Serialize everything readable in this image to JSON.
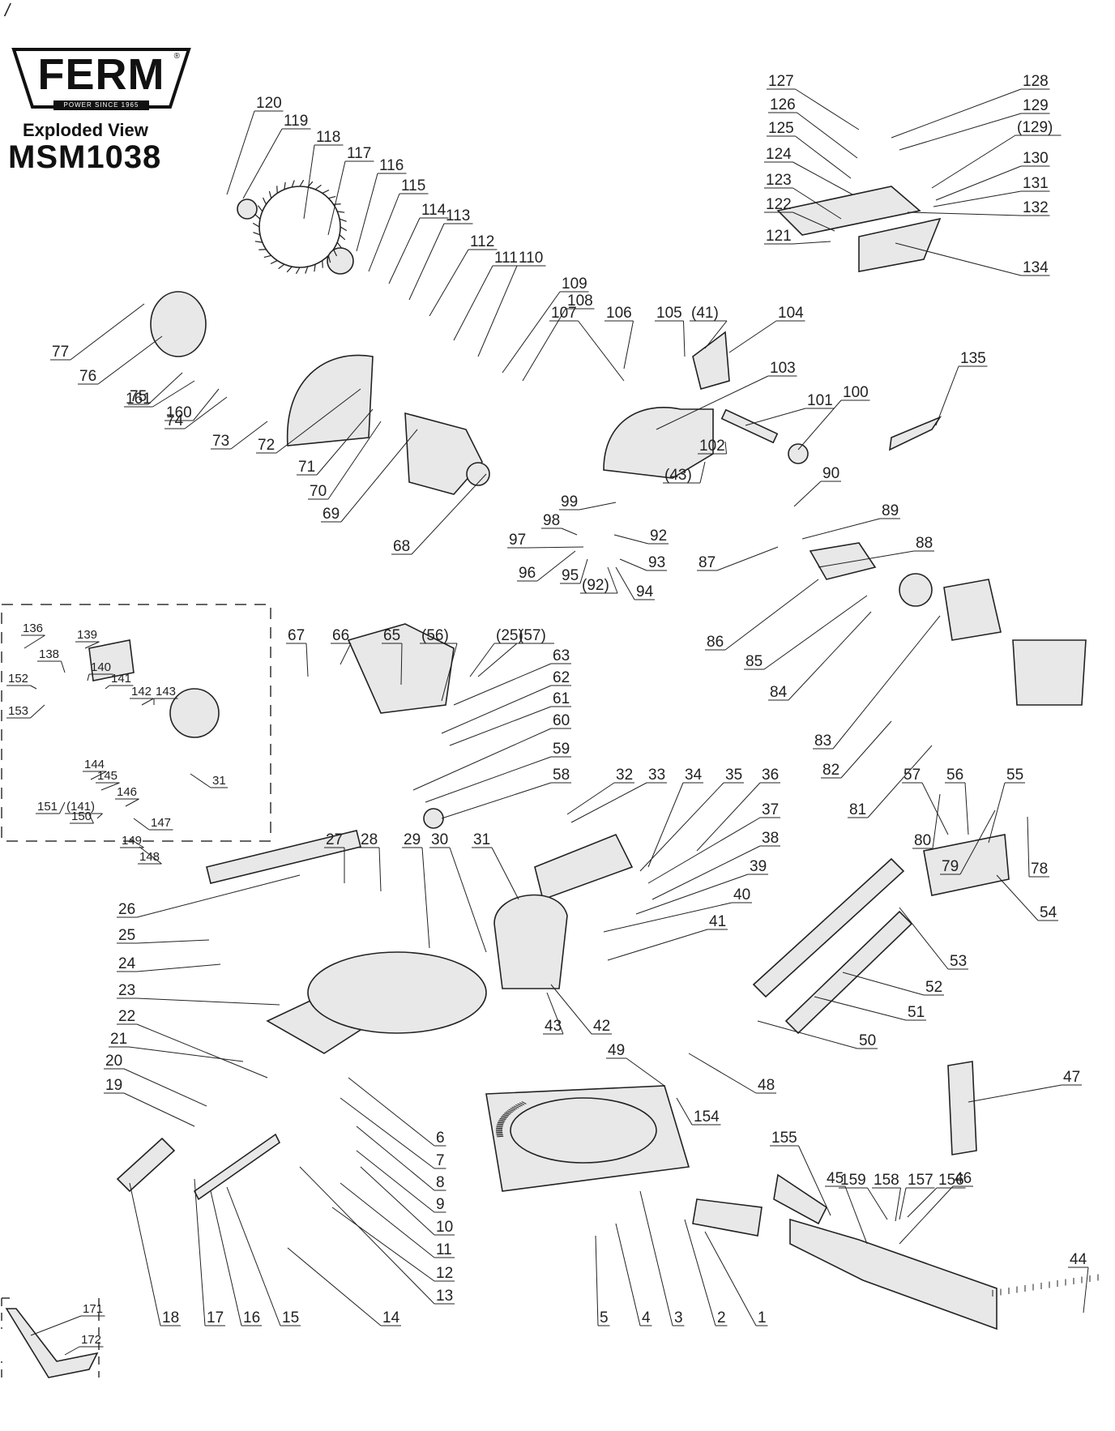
{
  "brand": {
    "logo_text": "FERM",
    "tagline": "POWER SINCE 1965",
    "registered_mark": "®",
    "subtitle": "Exploded View",
    "model": "MSM1038"
  },
  "top_left_mark": "/",
  "callouts": [
    {
      "label": "1"
    },
    {
      "label": "2"
    },
    {
      "label": "3"
    },
    {
      "label": "4"
    },
    {
      "label": "5"
    },
    {
      "label": "6"
    },
    {
      "label": "7"
    },
    {
      "label": "8"
    },
    {
      "label": "9"
    },
    {
      "label": "10"
    },
    {
      "label": "11"
    },
    {
      "label": "12"
    },
    {
      "label": "13"
    },
    {
      "label": "14"
    },
    {
      "label": "15"
    },
    {
      "label": "16"
    },
    {
      "label": "17"
    },
    {
      "label": "18"
    },
    {
      "label": "19"
    },
    {
      "label": "20"
    },
    {
      "label": "21"
    },
    {
      "label": "22"
    },
    {
      "label": "23"
    },
    {
      "label": "24"
    },
    {
      "label": "25"
    },
    {
      "label": "26"
    },
    {
      "label": "27"
    },
    {
      "label": "28"
    },
    {
      "label": "29"
    },
    {
      "label": "30"
    },
    {
      "label": "31"
    },
    {
      "label": "32"
    },
    {
      "label": "33"
    },
    {
      "label": "34"
    },
    {
      "label": "35"
    },
    {
      "label": "36"
    },
    {
      "label": "37"
    },
    {
      "label": "38"
    },
    {
      "label": "39"
    },
    {
      "label": "40"
    },
    {
      "label": "41"
    },
    {
      "label": "42"
    },
    {
      "label": "43"
    },
    {
      "label": "44"
    },
    {
      "label": "45"
    },
    {
      "label": "46"
    },
    {
      "label": "47"
    },
    {
      "label": "48"
    },
    {
      "label": "49"
    },
    {
      "label": "50"
    },
    {
      "label": "51"
    },
    {
      "label": "52"
    },
    {
      "label": "53"
    },
    {
      "label": "54"
    },
    {
      "label": "55"
    },
    {
      "label": "56"
    },
    {
      "label": "57"
    },
    {
      "label": "58"
    },
    {
      "label": "59"
    },
    {
      "label": "60"
    },
    {
      "label": "61"
    },
    {
      "label": "62"
    },
    {
      "label": "63"
    },
    {
      "label": "(57)"
    },
    {
      "label": "(25)"
    },
    {
      "label": "(56)"
    },
    {
      "label": "65"
    },
    {
      "label": "66"
    },
    {
      "label": "67"
    },
    {
      "label": "68"
    },
    {
      "label": "69"
    },
    {
      "label": "70"
    },
    {
      "label": "71"
    },
    {
      "label": "72"
    },
    {
      "label": "73"
    },
    {
      "label": "74"
    },
    {
      "label": "75"
    },
    {
      "label": "76"
    },
    {
      "label": "77"
    },
    {
      "label": "78"
    },
    {
      "label": "79"
    },
    {
      "label": "80"
    },
    {
      "label": "81"
    },
    {
      "label": "82"
    },
    {
      "label": "83"
    },
    {
      "label": "84"
    },
    {
      "label": "85"
    },
    {
      "label": "86"
    },
    {
      "label": "87"
    },
    {
      "label": "88"
    },
    {
      "label": "89"
    },
    {
      "label": "90"
    },
    {
      "label": "(92)"
    },
    {
      "label": "92"
    },
    {
      "label": "93"
    },
    {
      "label": "94"
    },
    {
      "label": "95"
    },
    {
      "label": "96"
    },
    {
      "label": "97"
    },
    {
      "label": "98"
    },
    {
      "label": "99"
    },
    {
      "label": "100"
    },
    {
      "label": "101"
    },
    {
      "label": "102"
    },
    {
      "label": "(43)"
    },
    {
      "label": "103"
    },
    {
      "label": "104"
    },
    {
      "label": "(41)"
    },
    {
      "label": "105"
    },
    {
      "label": "106"
    },
    {
      "label": "107"
    },
    {
      "label": "108"
    },
    {
      "label": "109"
    },
    {
      "label": "110"
    },
    {
      "label": "111"
    },
    {
      "label": "112"
    },
    {
      "label": "113"
    },
    {
      "label": "114"
    },
    {
      "label": "115"
    },
    {
      "label": "116"
    },
    {
      "label": "117"
    },
    {
      "label": "118"
    },
    {
      "label": "119"
    },
    {
      "label": "120"
    },
    {
      "label": "121"
    },
    {
      "label": "122"
    },
    {
      "label": "123"
    },
    {
      "label": "124"
    },
    {
      "label": "125"
    },
    {
      "label": "126"
    },
    {
      "label": "127"
    },
    {
      "label": "128"
    },
    {
      "label": "129"
    },
    {
      "label": "(129)"
    },
    {
      "label": "130"
    },
    {
      "label": "131"
    },
    {
      "label": "132"
    },
    {
      "label": "134"
    },
    {
      "label": "135"
    },
    {
      "label": "136"
    },
    {
      "label": "138"
    },
    {
      "label": "139"
    },
    {
      "label": "140"
    },
    {
      "label": "141"
    },
    {
      "label": "142"
    },
    {
      "label": "143"
    },
    {
      "label": "144"
    },
    {
      "label": "145"
    },
    {
      "label": "146"
    },
    {
      "label": "(141)"
    },
    {
      "label": "147"
    },
    {
      "label": "148"
    },
    {
      "label": "149"
    },
    {
      "label": "150"
    },
    {
      "label": "151"
    },
    {
      "label": "152"
    },
    {
      "label": "153"
    },
    {
      "label": "31"
    },
    {
      "label": "154"
    },
    {
      "label": "155"
    },
    {
      "label": "156"
    },
    {
      "label": "157"
    },
    {
      "label": "158"
    },
    {
      "label": "159"
    },
    {
      "label": "160"
    },
    {
      "label": "161"
    },
    {
      "label": "171"
    },
    {
      "label": "172"
    }
  ],
  "colors": {
    "line": "#222222",
    "fill": "#e8e8e8",
    "dark": "#555555"
  }
}
